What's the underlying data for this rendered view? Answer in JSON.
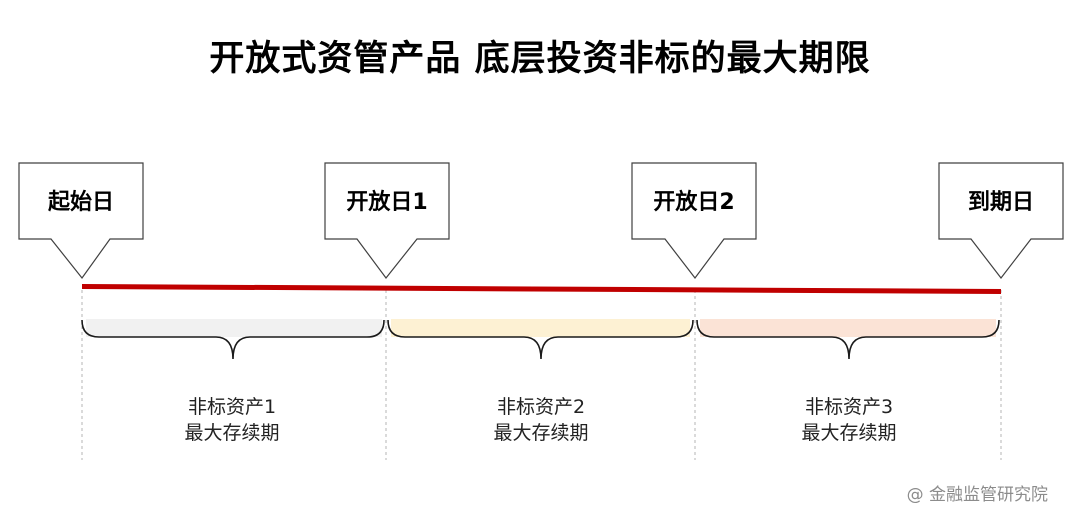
{
  "title": "开放式资管产品 底层投资非标的最大期限",
  "milestones": [
    {
      "label": "起始日"
    },
    {
      "label": "开放日1"
    },
    {
      "label": "开放日2"
    },
    {
      "label": "到期日"
    }
  ],
  "periods": [
    {
      "line1": "非标资产1",
      "line2": "最大存续期",
      "fill": "#f1f1f1"
    },
    {
      "line1": "非标资产2",
      "line2": "最大存续期",
      "fill": "#fdf1d3"
    },
    {
      "line1": "非标资产3",
      "line2": "最大存续期",
      "fill": "#fbe3d6"
    }
  ],
  "timeline_color": "#c00000",
  "watermark": "@ 金融监管研究院"
}
